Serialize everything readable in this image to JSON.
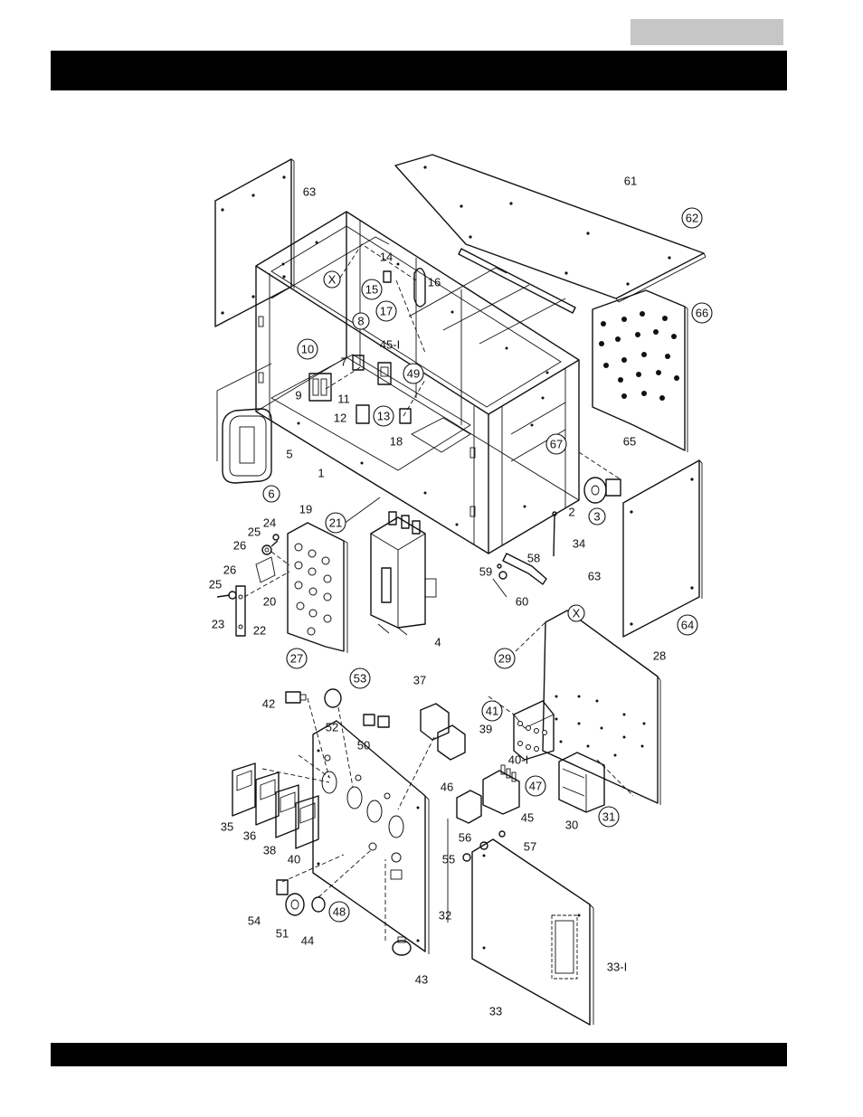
{
  "header": {
    "tab": "",
    "bar": ""
  },
  "footer": {
    "bar": ""
  },
  "callouts": [
    {
      "id": "c63a",
      "text": "63",
      "circled": false
    },
    {
      "id": "c61",
      "text": "61",
      "circled": false
    },
    {
      "id": "c62",
      "text": "62",
      "circled": true
    },
    {
      "id": "c66",
      "text": "66",
      "circled": true
    },
    {
      "id": "cX1",
      "text": "X",
      "circled": true
    },
    {
      "id": "c14",
      "text": "14",
      "circled": false
    },
    {
      "id": "c15",
      "text": "15",
      "circled": true
    },
    {
      "id": "c16",
      "text": "16",
      "circled": false
    },
    {
      "id": "c17",
      "text": "17",
      "circled": true
    },
    {
      "id": "c8",
      "text": "8",
      "circled": true
    },
    {
      "id": "c451a",
      "text": "45-I",
      "circled": false
    },
    {
      "id": "c10",
      "text": "10",
      "circled": true
    },
    {
      "id": "c7",
      "text": "7",
      "circled": false
    },
    {
      "id": "c49",
      "text": "49",
      "circled": true
    },
    {
      "id": "c9",
      "text": "9",
      "circled": false
    },
    {
      "id": "c11",
      "text": "11",
      "circled": false
    },
    {
      "id": "c12",
      "text": "12",
      "circled": false
    },
    {
      "id": "c13",
      "text": "13",
      "circled": true
    },
    {
      "id": "c18",
      "text": "18",
      "circled": false
    },
    {
      "id": "c65",
      "text": "65",
      "circled": false
    },
    {
      "id": "c5",
      "text": "5",
      "circled": false
    },
    {
      "id": "c1",
      "text": "1",
      "circled": false
    },
    {
      "id": "c67",
      "text": "67",
      "circled": true
    },
    {
      "id": "c6",
      "text": "6",
      "circled": true
    },
    {
      "id": "c2",
      "text": "2",
      "circled": false
    },
    {
      "id": "c3",
      "text": "3",
      "circled": true
    },
    {
      "id": "c19",
      "text": "19",
      "circled": false
    },
    {
      "id": "c21",
      "text": "21",
      "circled": true
    },
    {
      "id": "c24",
      "text": "24",
      "circled": false
    },
    {
      "id": "c25a",
      "text": "25",
      "circled": false
    },
    {
      "id": "c26a",
      "text": "26",
      "circled": false
    },
    {
      "id": "c34",
      "text": "34",
      "circled": false
    },
    {
      "id": "c58",
      "text": "58",
      "circled": false
    },
    {
      "id": "c59",
      "text": "59",
      "circled": false
    },
    {
      "id": "c63b",
      "text": "63",
      "circled": false
    },
    {
      "id": "c26b",
      "text": "26",
      "circled": false
    },
    {
      "id": "c25b",
      "text": "25",
      "circled": false
    },
    {
      "id": "c20",
      "text": "20",
      "circled": false
    },
    {
      "id": "c60",
      "text": "60",
      "circled": false
    },
    {
      "id": "c23",
      "text": "23",
      "circled": false
    },
    {
      "id": "c22",
      "text": "22",
      "circled": false
    },
    {
      "id": "c64",
      "text": "64",
      "circled": true
    },
    {
      "id": "cX2",
      "text": "X",
      "circled": true
    },
    {
      "id": "c4",
      "text": "4",
      "circled": false
    },
    {
      "id": "c27",
      "text": "27",
      "circled": true
    },
    {
      "id": "c29",
      "text": "29",
      "circled": true
    },
    {
      "id": "c28",
      "text": "28",
      "circled": false
    },
    {
      "id": "c53",
      "text": "53",
      "circled": true
    },
    {
      "id": "c42",
      "text": "42",
      "circled": false
    },
    {
      "id": "c52",
      "text": "52",
      "circled": false
    },
    {
      "id": "c37",
      "text": "37",
      "circled": false
    },
    {
      "id": "c41",
      "text": "41",
      "circled": true
    },
    {
      "id": "c39",
      "text": "39",
      "circled": false
    },
    {
      "id": "c50",
      "text": "50",
      "circled": false
    },
    {
      "id": "c401",
      "text": "40-I",
      "circled": false
    },
    {
      "id": "c46",
      "text": "46",
      "circled": false
    },
    {
      "id": "c47",
      "text": "47",
      "circled": true
    },
    {
      "id": "c45",
      "text": "45",
      "circled": false
    },
    {
      "id": "c30",
      "text": "30",
      "circled": false
    },
    {
      "id": "c31",
      "text": "31",
      "circled": true
    },
    {
      "id": "c35",
      "text": "35",
      "circled": false
    },
    {
      "id": "c36",
      "text": "36",
      "circled": false
    },
    {
      "id": "c38",
      "text": "38",
      "circled": false
    },
    {
      "id": "c40",
      "text": "40",
      "circled": false
    },
    {
      "id": "c56",
      "text": "56",
      "circled": false
    },
    {
      "id": "c57",
      "text": "57",
      "circled": false
    },
    {
      "id": "c55",
      "text": "55",
      "circled": false
    },
    {
      "id": "c54",
      "text": "54",
      "circled": false
    },
    {
      "id": "c48",
      "text": "48",
      "circled": true
    },
    {
      "id": "c32",
      "text": "32",
      "circled": false
    },
    {
      "id": "c51",
      "text": "51",
      "circled": false
    },
    {
      "id": "c44",
      "text": "44",
      "circled": false
    },
    {
      "id": "c331",
      "text": "33-I",
      "circled": false
    },
    {
      "id": "c43",
      "text": "43",
      "circled": false
    },
    {
      "id": "c33",
      "text": "33",
      "circled": false
    }
  ]
}
